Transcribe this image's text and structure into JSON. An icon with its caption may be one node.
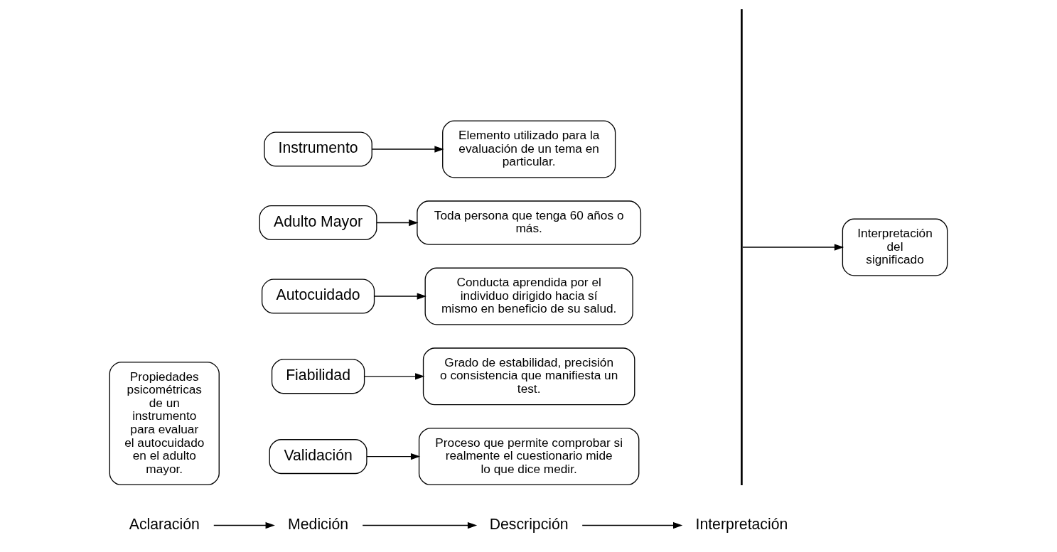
{
  "diagram": {
    "nodes": [
      {
        "text": [
          "Aclaración"
        ]
      },
      {
        "text": [
          "Medición"
        ]
      },
      {
        "text": [
          "Descripción"
        ]
      },
      {
        "text": [
          "Interpretación"
        ]
      },
      {
        "text": [
          "Propiedades psicométricas de un instrumento para evaluar el autocuidado en el adulto mayor."
        ]
      },
      {
        "text": [
          "Validación"
        ]
      },
      {
        "text": [
          "Proceso que permite comprobar si realmente el cuestionario mide lo que dice medir."
        ]
      },
      {
        "text": [
          "Fiabilidad"
        ]
      },
      {
        "text": [
          "Grado de estabilidad, precisión o consistencia que manifiesta un test."
        ]
      },
      {
        "text": [
          "Autocuidado"
        ]
      },
      {
        "text": [
          "Conducta aprendida por el individuo dirigido hacia sí mismo en beneficio de su salud."
        ]
      },
      {
        "text": [
          "Adulto Mayor"
        ]
      },
      {
        "text": [
          "Toda persona que tenga 60 años o más."
        ]
      },
      {
        "text": [
          "Instrumento"
        ]
      },
      {
        "text": [
          "Elemento utilizado para la evaluación de un tema en particular."
        ]
      },
      {
        "text": [],
        "shape": "bar"
      },
      {
        "text": [
          "Interpretación del significado"
        ]
      }
    ],
    "edges": [
      {
        "from": 0,
        "to": 1,
        "arrow": "to"
      },
      {
        "from": 1,
        "to": 2,
        "arrow": "to"
      },
      {
        "from": 2,
        "to": 3,
        "arrow": "to"
      },
      {
        "from": 5,
        "to": 6,
        "arrow": "to"
      },
      {
        "from": 7,
        "to": 8,
        "arrow": "to"
      },
      {
        "from": 9,
        "to": 10,
        "arrow": "to"
      },
      {
        "from": 11,
        "to": 12,
        "arrow": "to"
      },
      {
        "from": 13,
        "to": 14,
        "arrow": "to"
      },
      {
        "from": 15,
        "to": 16,
        "arrow": "to"
      }
    ]
  }
}
